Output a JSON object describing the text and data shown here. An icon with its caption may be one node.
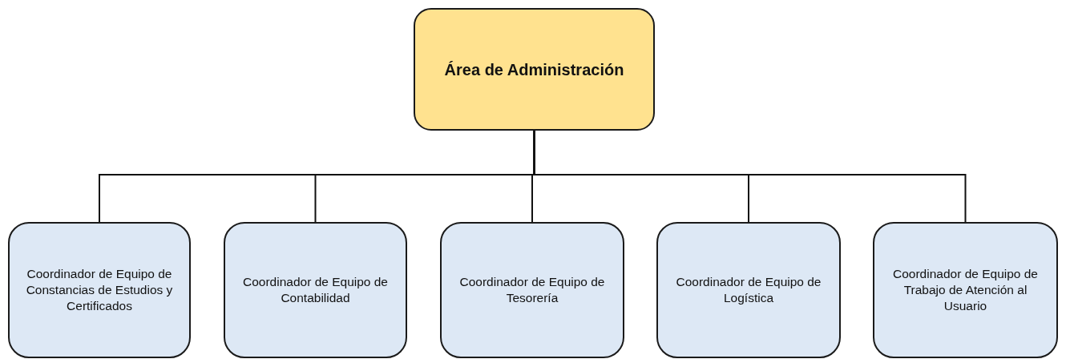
{
  "diagram": {
    "nodes": [
      {
        "text": [
          "Área de Administración"
        ]
      },
      {
        "text": [
          "Coordinador de Equipo de Constancias de Estudios y Certificados"
        ]
      },
      {
        "text": [
          "Coordinador de Equipo de Contabilidad"
        ]
      },
      {
        "text": [
          "Coordinador de Equipo de Tesorería"
        ]
      },
      {
        "text": [
          "Coordinador de Equipo de Logística"
        ]
      },
      {
        "text": [
          "Coordinador de Equipo de Trabajo de Atención al Usuario"
        ]
      }
    ],
    "edges": [
      {
        "from": 0,
        "to": 1,
        "arrow": "none"
      },
      {
        "from": 0,
        "to": 2,
        "arrow": "none"
      },
      {
        "from": 0,
        "to": 3,
        "arrow": "none"
      },
      {
        "from": 0,
        "to": 4,
        "arrow": "none"
      },
      {
        "from": 0,
        "to": 5,
        "arrow": "none"
      }
    ]
  }
}
